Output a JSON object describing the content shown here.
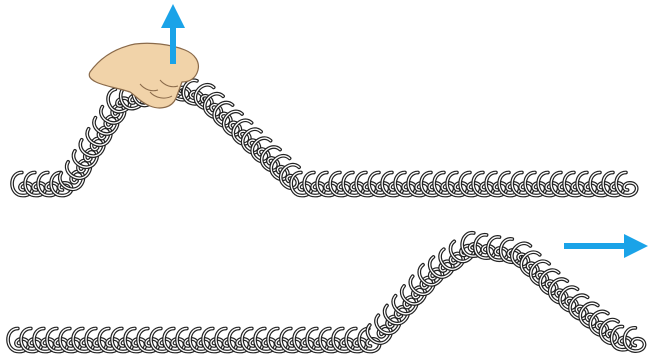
{
  "figure": {
    "panels": [
      {
        "id": "pulse-lifted",
        "arrow_direction": "up",
        "has_hand": true
      },
      {
        "id": "pulse-travelling",
        "arrow_direction": "right",
        "has_hand": false
      }
    ],
    "colors": {
      "arrow": "#1aa3e8",
      "coil_outline": "#222222",
      "coil_fill": "#ffffff",
      "hand": "#f1d3a9",
      "hand_outline": "#8a6a4a"
    },
    "icons": [
      "up-arrow-icon",
      "right-arrow-icon",
      "hand-icon"
    ]
  }
}
